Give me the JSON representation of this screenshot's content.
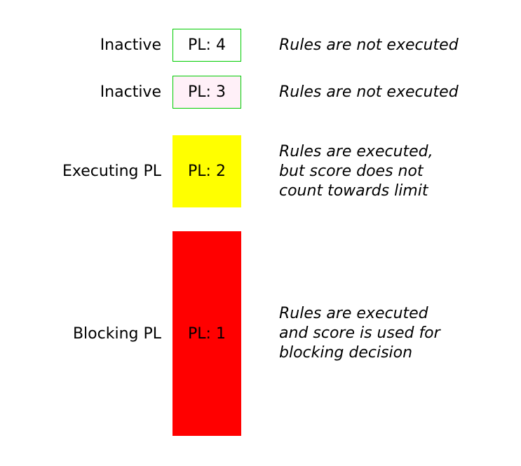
{
  "diagram": {
    "title": "priority-levels",
    "rows": [
      {
        "label": "Inactive",
        "box_text": "PL: 4",
        "box_bg": "#ffffff",
        "box_border": "#00cc00",
        "description": "Rules are not executed"
      },
      {
        "label": "Inactive",
        "box_text": "PL: 3",
        "box_bg": "#fff0f8",
        "box_border": "#00cc00",
        "description": "Rules are not executed"
      },
      {
        "label": "Executing PL",
        "box_text": "PL: 2",
        "box_bg": "#ffff00",
        "box_border": "#ffff00",
        "description": "Rules are executed,\nbut score does not\ncount towards limit"
      },
      {
        "label": "Blocking PL",
        "box_text": "PL: 1",
        "box_bg": "#ff0000",
        "box_border": "#ff0000",
        "description": "Rules are executed\nand score is used for\nblocking decision"
      }
    ]
  }
}
